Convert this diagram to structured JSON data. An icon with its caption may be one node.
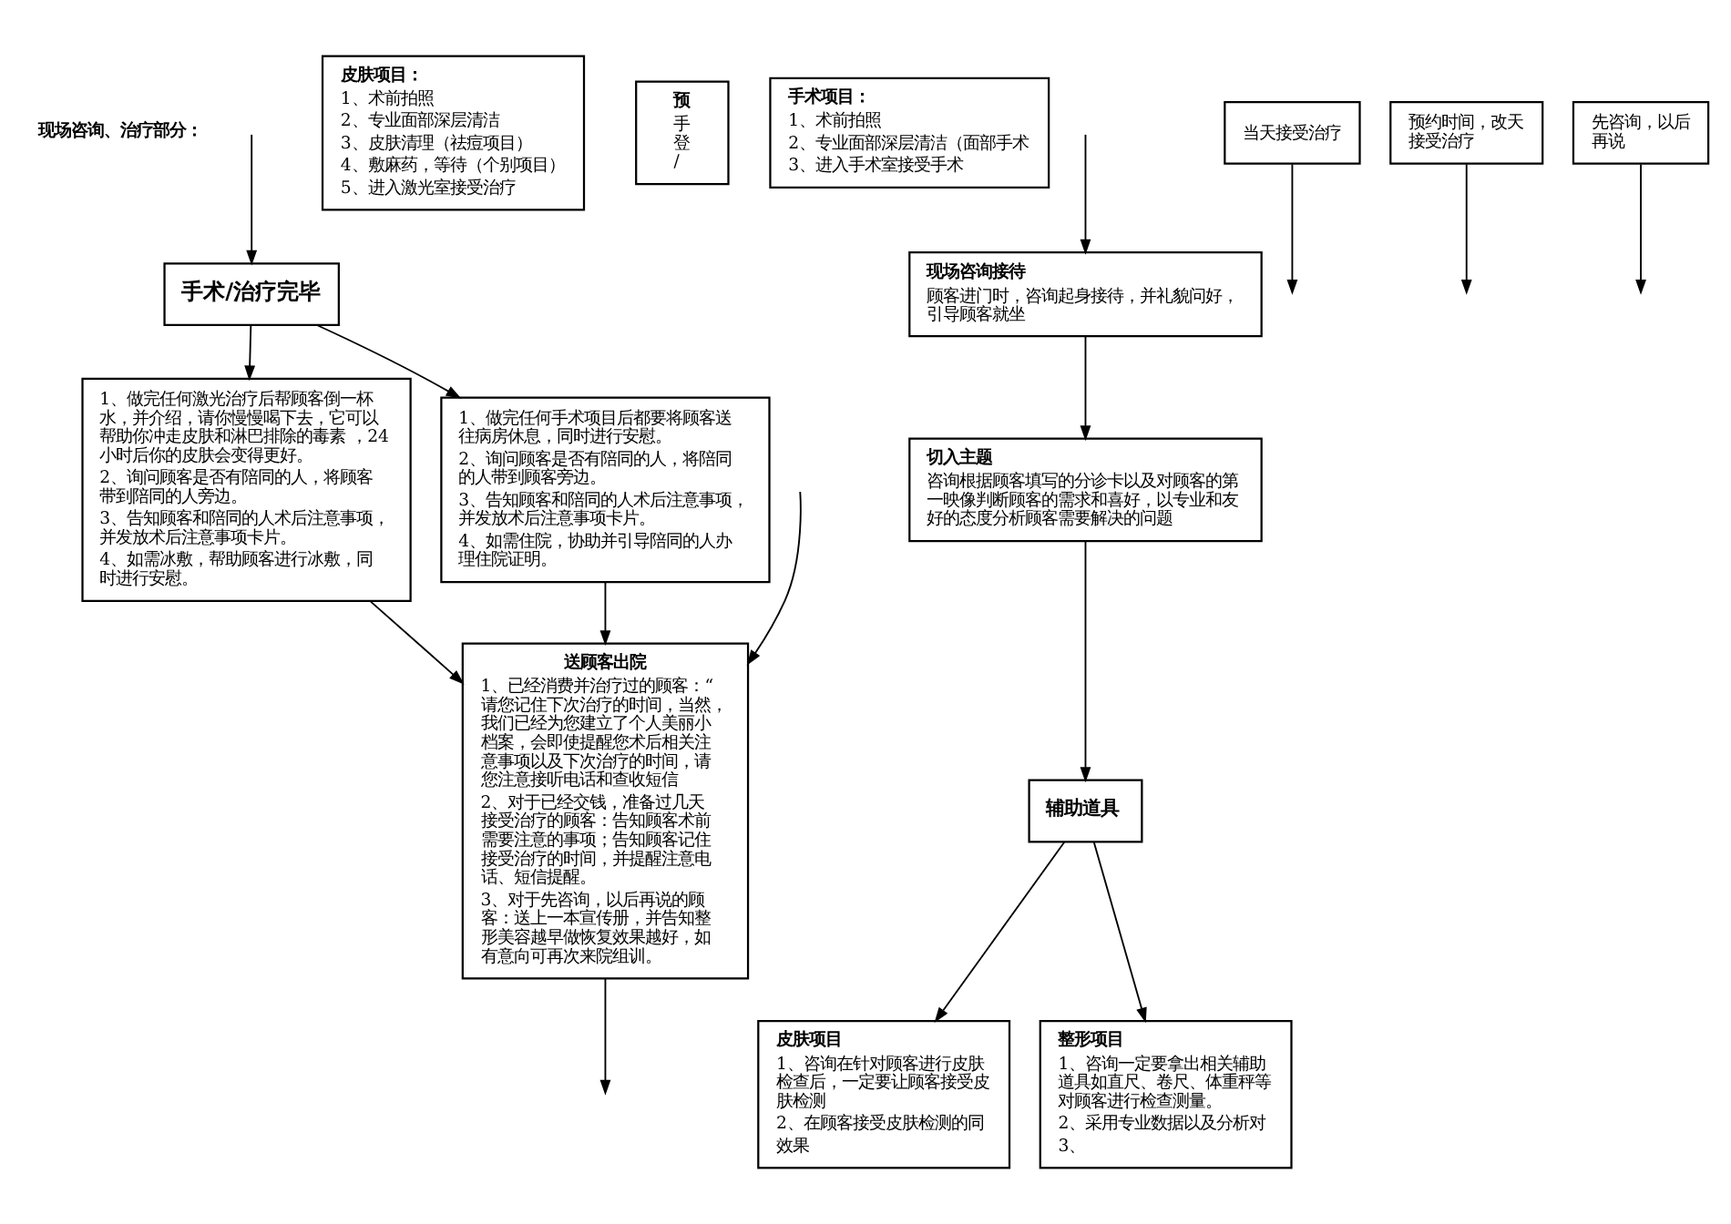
{
  "diagram": {
    "nodes": [
      {
        "text": [
          "送顾客出院",
          "1、已经消费并治疗过的顾客：“请您记住下次治疗的时间，当然，我们已经为您建立了个人美丽小档案，会即使提醒您术后相关注意事项以及下次治疗的时间，请您注意接听电话和查收短信",
          "2、对于已经交钱，准备过几天接受治疗的顾客：告知顾客术前需要注意的事项；告知顾客记住接受治疗的时间，并提醒注意电话、短信提醒。",
          "3、对于先咨询，以后再说的顾客：送上一本宣传册，并告知整形美容越早做恢复效果越好，如有意向可再次来院组训。"
        ]
      },
      {
        "text": [
          "1、做完任何激光治疗后帮顾客倒一杯水，并介绍，请你慢慢喝下去，它可以帮助你冲走皮肤和淋巴排除的毒素 ，24 小时后你的皮肤会变得更好。",
          "2、询问顾客是否有陪同的人，将顾客带到陪同的人旁边。",
          "3、告知顾客和陪同的人术后注意事项，并发放术后注意事项卡片。",
          "4、如需冰敷，帮助顾客进行冰敷，同时进行安慰。"
        ]
      },
      {
        "text": [
          "1、做完任何手术项目后都要将顾客送往病房休息，同时进行安慰。",
          "2、询问顾客是否有陪同的人，将陪同的人带到顾客旁边。",
          "3、告知顾客和陪同的人术后注意事项，并发放术后注意事项卡片。",
          "4、如需住院，协助并引导陪同的人办理住院证明。"
        ]
      },
      {
        "text": [
          "手术/治疗完毕"
        ]
      },
      {
        "text": [
          "皮肤项目：",
          "1、术前拍照",
          "2、专业面部深层清洁",
          "3、皮肤清理（祛痘项目）",
          "4、敷麻药，等待（个别项目）",
          "5、进入激光室接受治疗"
        ]
      },
      {
        "text": [
          "预",
          "手登/"
        ]
      },
      {
        "text": [
          "手术项目：",
          "1、术前拍照",
          "2、专业面部深层清洁（面部手术",
          "3、进入手术室接受手术"
        ]
      },
      {
        "text": [
          "现场咨询接待",
          "顾客进门时，咨询起身接待，并礼貌问好，引导顾客就坐"
        ]
      },
      {
        "text": [
          "切入主题",
          "咨询根据顾客填写的分诊卡以及对顾客的第一映像判断顾客的需求和喜好，以专业和友好的态度分析顾客需要解决的问题"
        ]
      },
      {
        "text": [
          "辅助道具"
        ]
      },
      {
        "text": [
          "皮肤项目",
          "1、咨询在针对顾客进行皮肤检查后，一定要让顾客接受皮肤检测",
          "2、在顾客接受皮肤检测的同",
          "效果"
        ]
      },
      {
        "text": [
          "整形项目",
          "1、咨询一定要拿出相关辅助道具如直尺、卷尺、体重秤等对顾客进行检查测量。",
          "2、采用专业数据以及分析对",
          "3、"
        ]
      },
      {
        "text": [
          "当天接受治疗"
        ]
      },
      {
        "text": [
          "预约时间，改天接受治疗"
        ]
      },
      {
        "text": [
          "先咨询，以后再说"
        ]
      }
    ],
    "edges": [
      {
        "from": null,
        "to": 7,
        "arrow": "to"
      },
      {
        "from": 7,
        "to": 8,
        "arrow": "to"
      },
      {
        "from": 8,
        "to": 9,
        "arrow": "to"
      },
      {
        "from": 9,
        "to": 10,
        "arrow": "to"
      },
      {
        "from": 9,
        "to": 11,
        "arrow": "to"
      },
      {
        "from": 3,
        "to": 1,
        "arrow": "to"
      },
      {
        "from": 3,
        "to": 2,
        "arrow": "to"
      },
      {
        "from": 1,
        "to": 0,
        "arrow": "to"
      },
      {
        "from": 2,
        "to": 0,
        "arrow": "to"
      },
      {
        "from": null,
        "to": 3,
        "arrow": "to"
      },
      {
        "from": null,
        "to": 0,
        "arrow": "to"
      },
      {
        "from": 0,
        "to": null,
        "arrow": "to"
      },
      {
        "from": 12,
        "to": null,
        "arrow": "to"
      },
      {
        "from": 13,
        "to": null,
        "arrow": "to"
      },
      {
        "from": 14,
        "to": null,
        "arrow": "to"
      }
    ],
    "labels": [
      "现场咨询、治疗部分："
    ]
  }
}
